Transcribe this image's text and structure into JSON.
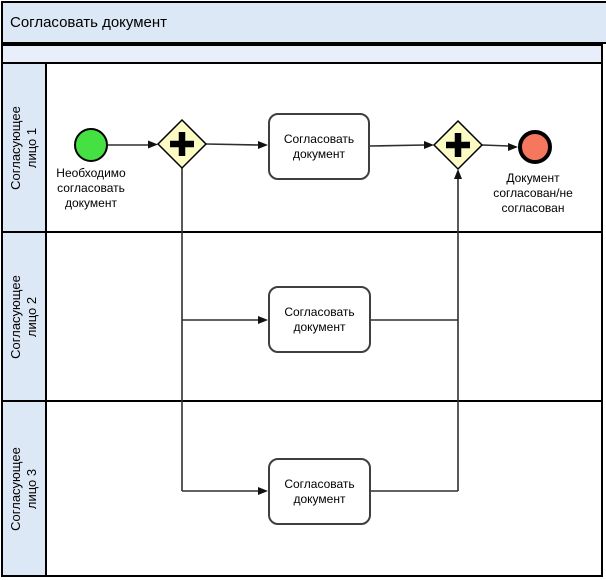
{
  "diagram": {
    "title": "Согласовать документ",
    "type": "bpmn-process-diagram",
    "lanes": [
      {
        "label": "Согласующее\nлицо 1"
      },
      {
        "label": "Согласующее\nлицо 2"
      },
      {
        "label": "Согласующее\nлицо 3"
      }
    ],
    "nodes": {
      "start_event": {
        "kind": "start-event",
        "label": "Необходимо\nсогласовать\nдокумент",
        "color": "#45e142"
      },
      "gateway_split": {
        "kind": "parallel-gateway",
        "color": "#fbfbc3"
      },
      "gateway_join": {
        "kind": "parallel-gateway",
        "color": "#fbfbc3"
      },
      "task_lane1": {
        "kind": "task",
        "label": "Согласовать\nдокумент"
      },
      "task_lane2": {
        "kind": "task",
        "label": "Согласовать\nдокумент"
      },
      "task_lane3": {
        "kind": "task",
        "label": "Согласовать\nдокумент"
      },
      "end_event": {
        "kind": "end-event",
        "label": "Документ\nсогласован/не\nсогласован",
        "color": "#f5785e"
      }
    },
    "colors": {
      "pool_header_bg": "#dce8f5",
      "lane_label_bg": "#dce8f5",
      "gateway_fill": "#fbfbc3",
      "flow_stroke": "#2e2e2e"
    }
  }
}
